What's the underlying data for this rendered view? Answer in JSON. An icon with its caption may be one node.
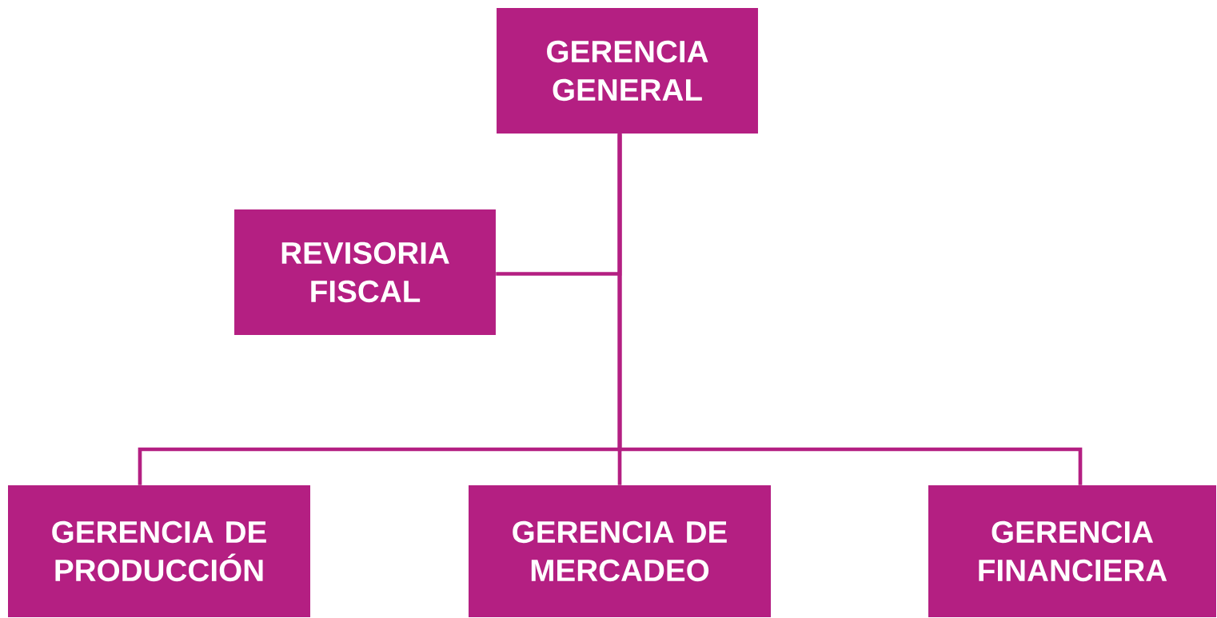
{
  "diagram": {
    "nodes": [
      {
        "text": [
          "GERENCIA GENERAL"
        ]
      },
      {
        "text": [
          "REVISORIA FISCAL"
        ]
      },
      {
        "text": [
          "GERENCIA DE PRODUCCIÓN"
        ]
      },
      {
        "text": [
          "GERENCIA DE MERCADEO"
        ]
      },
      {
        "text": [
          "GERENCIA FINANCIERA"
        ]
      }
    ],
    "edges": [
      {
        "from": 0,
        "to": 1,
        "arrow": "none"
      },
      {
        "from": 0,
        "to": 2,
        "arrow": "none"
      },
      {
        "from": 0,
        "to": 3,
        "arrow": "none"
      },
      {
        "from": 0,
        "to": 4,
        "arrow": "none"
      }
    ]
  }
}
